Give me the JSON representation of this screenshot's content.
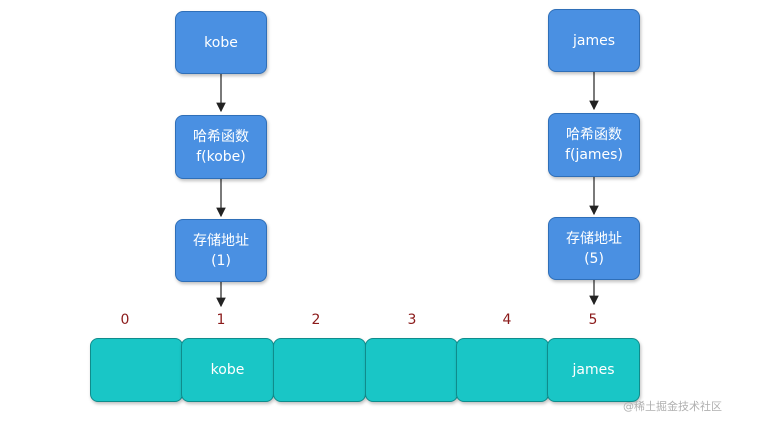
{
  "left_chain": {
    "key": "kobe",
    "hash_line1": "哈希函数",
    "hash_line2": "f(kobe)",
    "addr_line1": "存储地址",
    "addr_line2": "(1)"
  },
  "right_chain": {
    "key": "james",
    "hash_line1": "哈希函数",
    "hash_line2": "f(james)",
    "addr_line1": "存储地址",
    "addr_line2": "(5)"
  },
  "array": {
    "indices": [
      "0",
      "1",
      "2",
      "3",
      "4",
      "5"
    ],
    "cells": [
      "",
      "kobe",
      "",
      "",
      "",
      "james"
    ]
  },
  "watermark": "@稀土掘金技术社区",
  "colors": {
    "node_fill": "#4a90e2",
    "cell_fill": "#19c6c6",
    "index_text": "#8b1a1a"
  }
}
